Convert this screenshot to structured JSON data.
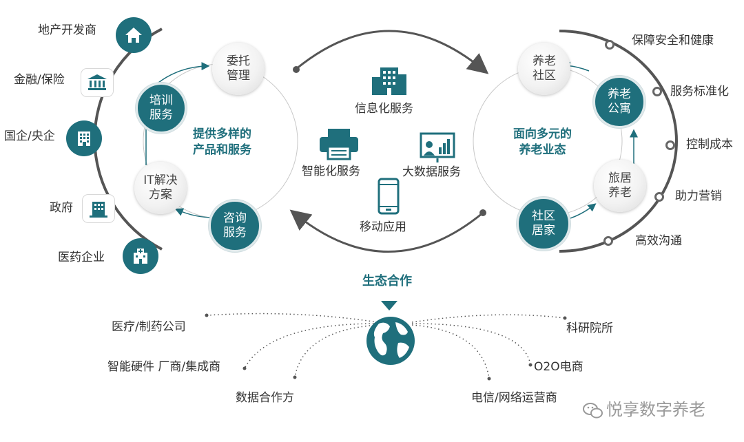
{
  "left_circle": {
    "title_line1": "提供多样的",
    "title_line2": "产品和服务",
    "nodes": [
      {
        "label": "委托\n管理",
        "style": "grey"
      },
      {
        "label": "培训\n服务",
        "style": "teal"
      },
      {
        "label": "IT解决\n方案",
        "style": "grey"
      },
      {
        "label": "咨询\n服务",
        "style": "teal"
      }
    ]
  },
  "clients": [
    {
      "label": "地产开发商",
      "icon": "house-icon"
    },
    {
      "label": "金融/保险",
      "icon": "bank-icon"
    },
    {
      "label": "国企/央企",
      "icon": "building-icon"
    },
    {
      "label": "政府",
      "icon": "government-building-icon"
    },
    {
      "label": "医药企业",
      "icon": "hospital-icon"
    }
  ],
  "center_services": [
    {
      "label": "信息化服务",
      "icon": "building-icon"
    },
    {
      "label": "智能化服务",
      "icon": "printer-icon"
    },
    {
      "label": "大数据服务",
      "icon": "data-board-icon"
    },
    {
      "label": "移动应用",
      "icon": "smartphone-icon"
    }
  ],
  "right_circle": {
    "title_line1": "面向多元的",
    "title_line2": "养老业态",
    "nodes": [
      {
        "label": "养老\n社区",
        "style": "grey"
      },
      {
        "label": "养老\n公寓",
        "style": "teal"
      },
      {
        "label": "旅居\n养老",
        "style": "grey"
      },
      {
        "label": "社区\n居家",
        "style": "teal"
      }
    ]
  },
  "benefits": [
    "保障安全和健康",
    "服务标准化",
    "控制成本",
    "助力营销",
    "高效沟通"
  ],
  "ecosystem": {
    "title": "生态合作",
    "icon": "globe-icon",
    "partners_left": [
      "医疗/制药公司",
      "智能硬件 厂商/集成商",
      "数据合作方"
    ],
    "partners_right": [
      "科研院所",
      "O2O电商",
      "电信/网络运营商"
    ]
  },
  "watermark": "悦享数字养老",
  "colors": {
    "teal": "#1f6f7c",
    "grey_line": "#666666"
  }
}
